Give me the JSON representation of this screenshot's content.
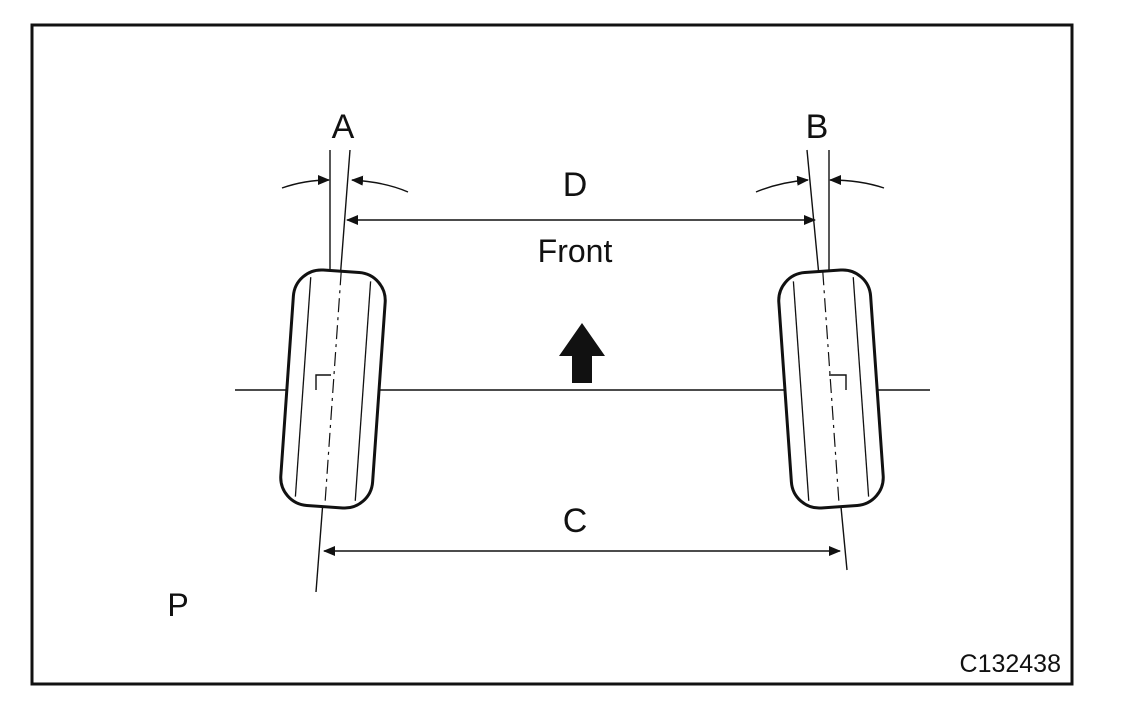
{
  "labels": {
    "a": "A",
    "b": "B",
    "c": "C",
    "d": "D",
    "front": "Front",
    "p": "P",
    "figure_code": "C132438"
  },
  "colors": {
    "ink": "#111111",
    "background": "#ffffff"
  },
  "icons": {
    "direction": "arrow-up-icon",
    "right_angle": "right-angle-mark-icon"
  }
}
